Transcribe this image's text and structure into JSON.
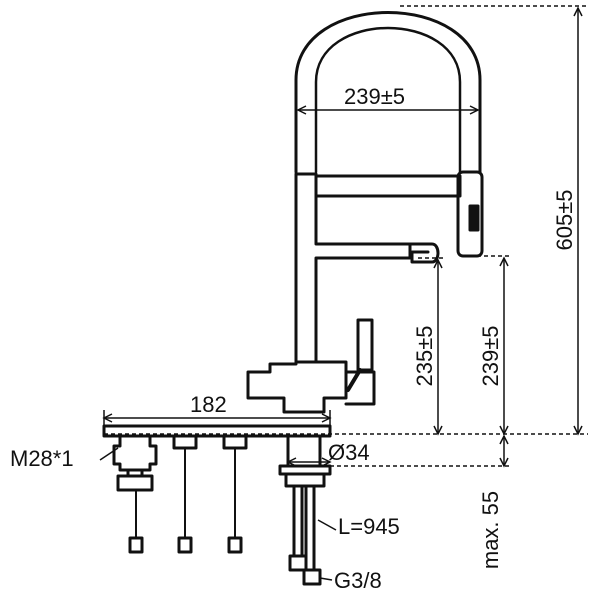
{
  "diagram": {
    "dimensions": {
      "spout_width": "239±5",
      "total_height": "605±5",
      "lower_spout_height": "235±5",
      "spray_height": "239±5",
      "base_plate_width": "182",
      "thread": "M28*1",
      "mount_diameter": "Ø34",
      "max_depth": "max. 55",
      "hose_length": "L=945",
      "connection": "G3/8"
    },
    "colors": {
      "line": "#111111",
      "background": "#ffffff"
    }
  }
}
